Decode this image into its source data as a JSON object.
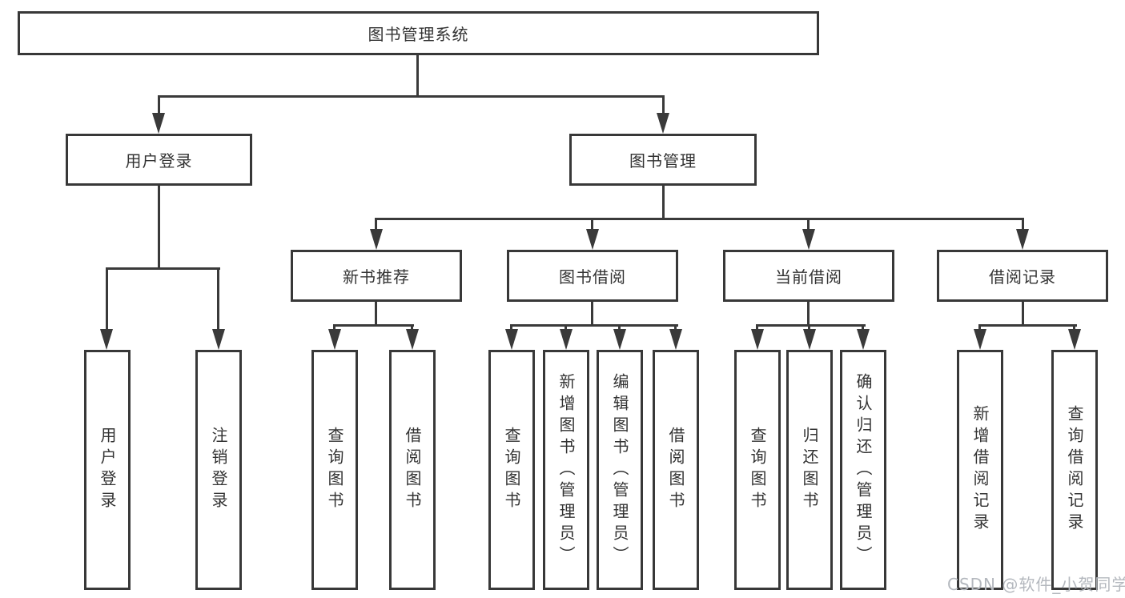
{
  "tree": {
    "label": "图书管理系统",
    "children": [
      {
        "label": "用户登录",
        "children": [
          {
            "label": "用户登录"
          },
          {
            "label": "注销登录"
          }
        ]
      },
      {
        "label": "图书管理",
        "children": [
          {
            "label": "新书推荐",
            "children": [
              {
                "label": "查询图书"
              },
              {
                "label": "借阅图书"
              }
            ]
          },
          {
            "label": "图书借阅",
            "children": [
              {
                "label": "查询图书"
              },
              {
                "label": "新增图书（管理员）"
              },
              {
                "label": "编辑图书（管理员）"
              },
              {
                "label": "借阅图书"
              }
            ]
          },
          {
            "label": "当前借阅",
            "children": [
              {
                "label": "查询图书"
              },
              {
                "label": "归还图书"
              },
              {
                "label": "确认归还（管理员）"
              }
            ]
          },
          {
            "label": "借阅记录",
            "children": [
              {
                "label": "新增借阅记录"
              },
              {
                "label": "查询借阅记录"
              }
            ]
          }
        ]
      }
    ]
  },
  "watermark": "CSDN @软件_小贺同学",
  "colors": {
    "line": "#3a3a3a",
    "border": "#383838",
    "text": "#333333",
    "background": "#ffffff",
    "watermark": "#b4b8be"
  }
}
